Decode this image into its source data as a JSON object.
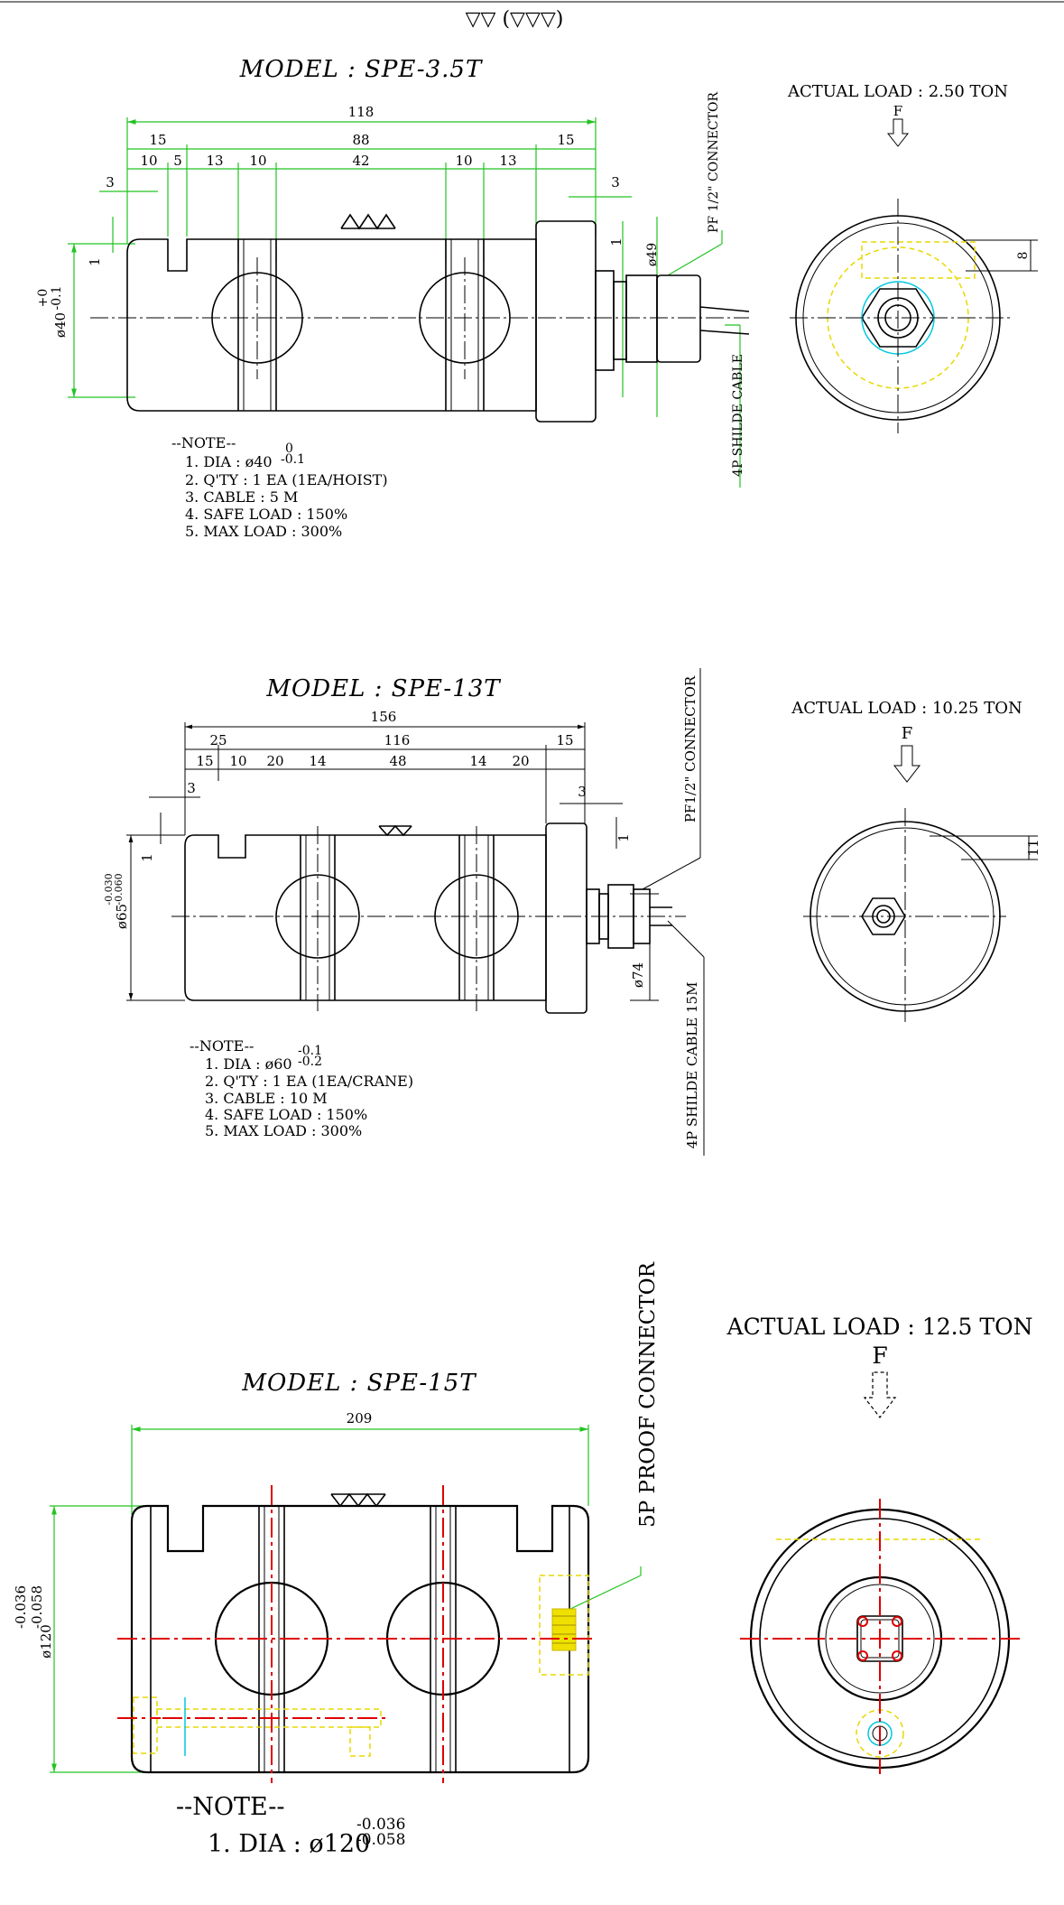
{
  "header": {
    "surface_symbol": "▽▽ (▽▽▽)"
  },
  "drawings": [
    {
      "model": "MODEL : SPE-3.5T",
      "actual_load": "ACTUAL LOAD : 2.50 TON",
      "force": "F",
      "dimensions": {
        "overall": "118",
        "left": "15",
        "middle": "88",
        "right": "15",
        "d1": "10",
        "d2": "5",
        "d3": "13",
        "d4": "10",
        "d5": "42",
        "d6": "10",
        "d7": "13",
        "left_step": "3",
        "right_step": "3",
        "step_h": "1",
        "right_step_h": "1",
        "flange_dia": "ø49",
        "dia": "ø40",
        "tol_upper": "+0",
        "tol_lower": "-0.1",
        "side_dim": "8"
      },
      "connector": "PF 1/2\" CONNECTOR",
      "cable": "4P SHILDE CABLE",
      "notes": {
        "header": "--NOTE--",
        "dia": "1. DIA : ø40",
        "dia_tol_upper": "0",
        "dia_tol_lower": "-0.1",
        "qty": "2. Q'TY : 1 EA (1EA/HOIST)",
        "cable": "3. CABLE : 5 M",
        "safe": "4. SAFE LOAD : 150%",
        "max": "5. MAX LOAD : 300%"
      }
    },
    {
      "model": "MODEL : SPE-13T",
      "actual_load": "ACTUAL LOAD : 10.25 TON",
      "force": "F",
      "dimensions": {
        "overall": "156",
        "left": "25",
        "middle": "116",
        "right": "15",
        "d1": "15",
        "d2": "10",
        "d3": "20",
        "d4": "14",
        "d5": "48",
        "d6": "14",
        "d7": "20",
        "left_step": "3",
        "right_step": "3",
        "step_h": "1",
        "right_step_h": "1",
        "flange_dia": "ø74",
        "dia": "ø65",
        "tol_upper": "-0.030",
        "tol_lower": "-0.060",
        "side_dim": "11"
      },
      "connector": "PF1/2\" CONNECTOR",
      "cable": "4P SHILDE CABLE 15M",
      "notes": {
        "header": "--NOTE--",
        "dia": "1. DIA : ø60",
        "dia_tol_upper": "-0.1",
        "dia_tol_lower": "-0.2",
        "qty": "2. Q'TY : 1 EA (1EA/CRANE)",
        "cable": "3. CABLE : 10 M",
        "safe": "4. SAFE LOAD : 150%",
        "max": "5. MAX LOAD : 300%"
      }
    },
    {
      "model": "MODEL : SPE-15T",
      "actual_load": "ACTUAL LOAD : 12.5 TON",
      "force": "F",
      "dimensions": {
        "overall": "209",
        "dia": "ø120",
        "tol_upper": "-0.036",
        "tol_lower": "-0.058"
      },
      "connector": "5P PROOF CONNECTOR",
      "notes": {
        "header": "--NOTE--",
        "dia": "1. DIA : ø120",
        "dia_tol_upper": "-0.036",
        "dia_tol_lower": "-0.058"
      }
    }
  ]
}
